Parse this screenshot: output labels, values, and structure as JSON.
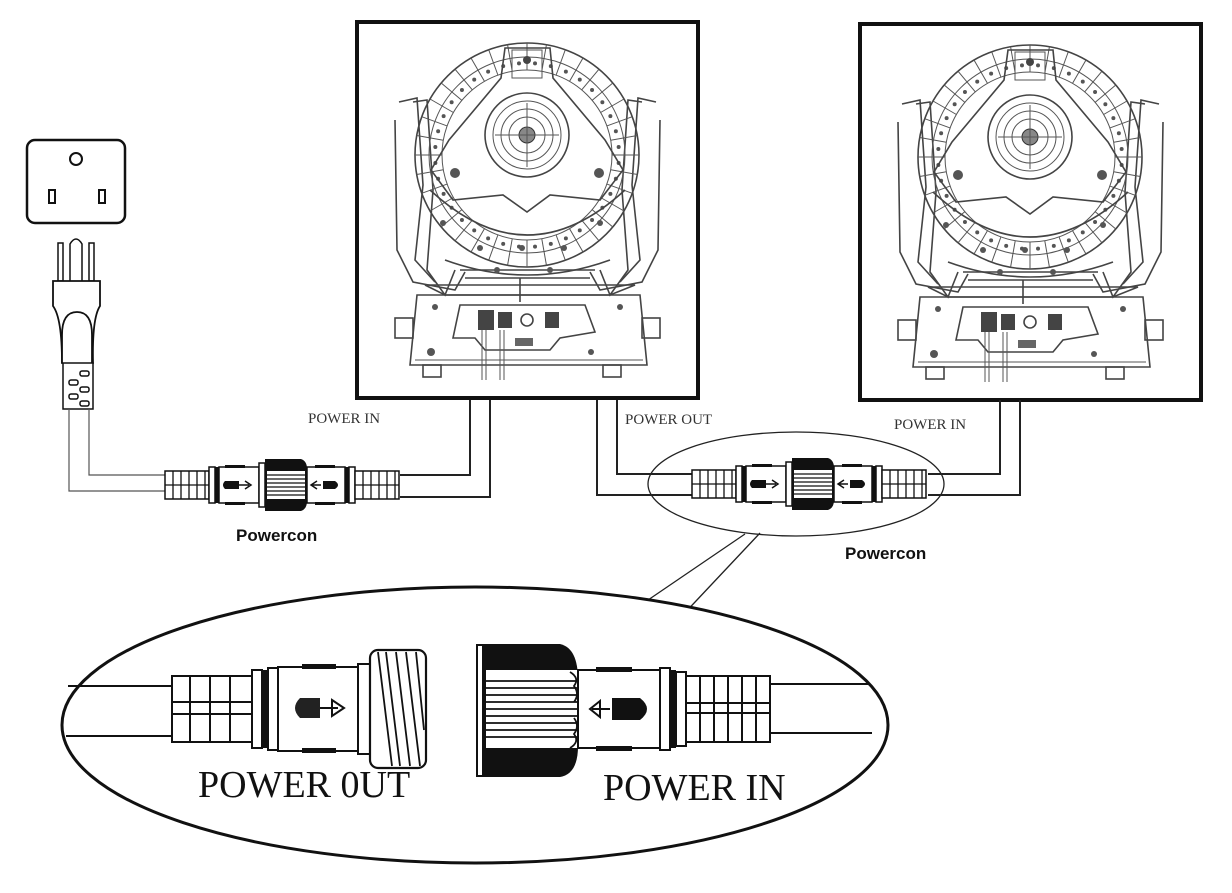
{
  "title": "Powercon daisy-chain wiring diagram",
  "colors": {
    "line": "#111111",
    "background": "#ffffff",
    "label": "#333333"
  },
  "labels": {
    "fixture1_power_in": "POWER IN",
    "fixture1_power_out": "POWER OUT",
    "fixture2_power_in": "POWER IN",
    "connector1": "Powercon",
    "connector2": "Powercon",
    "detail_power_out": "POWER 0UT",
    "detail_power_in": "POWER IN"
  },
  "components": {
    "wall_outlet": {
      "name": "wall-outlet",
      "icon": "outlet-icon"
    },
    "mains_plug": {
      "name": "mains-plug",
      "icon": "plug-icon"
    },
    "fixtures": [
      {
        "name": "moving-head-fixture-1",
        "icon": "moving-head-icon"
      },
      {
        "name": "moving-head-fixture-2",
        "icon": "moving-head-icon"
      }
    ],
    "connectors": [
      {
        "name": "powercon-connector-1",
        "icon": "powercon-icon"
      },
      {
        "name": "powercon-connector-2",
        "icon": "powercon-icon"
      }
    ],
    "detail_callout": {
      "name": "powercon-detail-callout",
      "icon": "magnify-callout-icon"
    }
  }
}
